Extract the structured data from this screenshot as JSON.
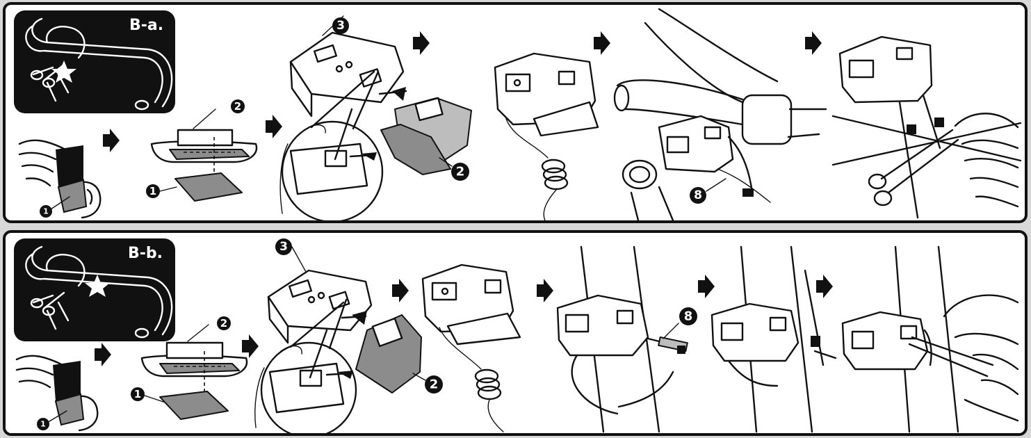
{
  "panels": [
    {
      "title": "B-a.",
      "callouts": [
        "3",
        "2",
        "2",
        "1",
        "1",
        "8"
      ]
    },
    {
      "title": "B-b.",
      "callouts": [
        "3",
        "2",
        "2",
        "1",
        "1",
        "8"
      ]
    }
  ],
  "colors": {
    "ink": "#111111",
    "paper": "#ffffff",
    "background": "#d8d8d8",
    "shade": "#8c8c8c"
  },
  "icons": [
    "handlebar-icon",
    "arrow-right-icon",
    "hand-icon",
    "scissors-icon",
    "cable-tie-icon",
    "sensor-bracket-icon"
  ]
}
